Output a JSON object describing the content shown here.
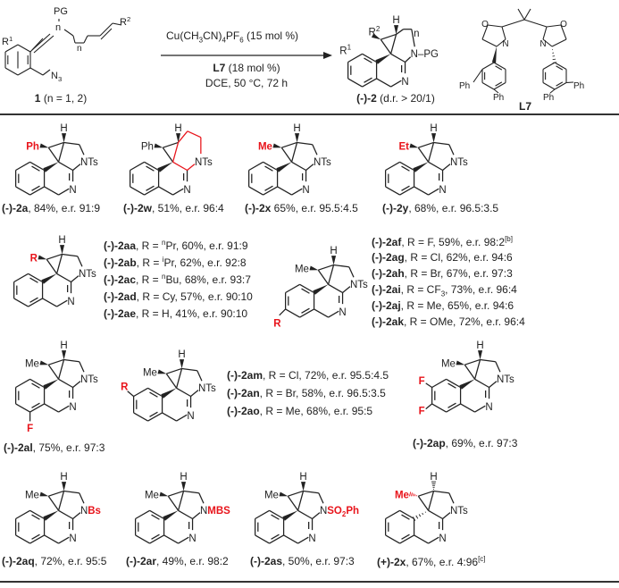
{
  "colors": {
    "highlight": "#e8141b",
    "ink": "#222222"
  },
  "scheme": {
    "reactant": {
      "pg": "PG",
      "r1": "R",
      "r1_sup": "1",
      "r2": "R",
      "r2_sup": "2",
      "n": "n",
      "n3": "N",
      "n3_sub": "3",
      "caption_id": "1",
      "caption_rest": " (n = 1, 2)"
    },
    "conditions": {
      "catalyst_parts": [
        "Cu(CH",
        "3",
        "CN)",
        "4",
        "PF",
        "6",
        " (15 mol %)"
      ],
      "ligand_id": "L7",
      "ligand_rest": " (18 mol %)",
      "line3": "DCE, 50 °C, 72 h"
    },
    "product": {
      "h": "H",
      "r1": "R",
      "r1_sup": "1",
      "r2": "R",
      "r2_sup": "2",
      "n": "n",
      "npg": "N–PG",
      "n_imine": "N",
      "caption_id": "(-)-2",
      "caption_rest": " (d.r. > 20/1)"
    },
    "ligand": {
      "o": "O",
      "n": "N",
      "ph": "Ph",
      "caption": "L7"
    }
  },
  "compounds": [
    {
      "id": "(-)-2a",
      "rest": ", 84%, e.r. 91:9",
      "sub": "Ph",
      "nsub": "Ts"
    },
    {
      "id": "(-)-2w",
      "rest": ", 51%, e.r. 96:4",
      "sub": "Ph",
      "nsub": "Ts"
    },
    {
      "id": "(-)-2x",
      "rest": " 65%, e.r. 95.5:4.5",
      "sub": "Me",
      "nsub": "Ts"
    },
    {
      "id": "(-)-2y",
      "rest": ", 68%, e.r. 96.5:3.5",
      "sub": "Et",
      "nsub": "Ts"
    },
    {
      "sub": "R",
      "nsub": "Ts",
      "variants": [
        {
          "id": "(-)-2aa",
          "r": ", R = ",
          "sup": "n",
          "rest": "Pr, 60%, e.r. 91:9"
        },
        {
          "id": "(-)-2ab",
          "r": ", R = ",
          "sup": "i",
          "rest": "Pr, 62%, e.r. 92:8"
        },
        {
          "id": "(-)-2ac",
          "r": ", R = ",
          "sup": "n",
          "rest": "Bu, 68%, e.r. 93:7"
        },
        {
          "id": "(-)-2ad",
          "r": ", R = ",
          "sup": "",
          "rest": "Cy, 57%, e.r. 90:10"
        },
        {
          "id": "(-)-2ae",
          "r": ", R = ",
          "sup": "",
          "rest": "H, 41%, e.r. 90:10"
        }
      ]
    },
    {
      "sub": "Me",
      "nsub": "Ts",
      "ring_sub": "R",
      "variants": [
        {
          "id": "(-)-2af",
          "rest": ", R = F, 59%, e.r. 98:2",
          "note": "[b]"
        },
        {
          "id": "(-)-2ag",
          "rest": ", R = Cl, 62%, e.r. 94:6"
        },
        {
          "id": "(-)-2ah",
          "rest": ", R = Br, 67%, e.r. 97:3"
        },
        {
          "id": "(-)-2ai",
          "rest": ", R = CF",
          "sub3": "3",
          "rest2": ", 73%, e.r. 96:4"
        },
        {
          "id": "(-)-2aj",
          "rest": ", R = Me, 65%, e.r. 94:6"
        },
        {
          "id": "(-)-2ak",
          "rest": ", R = OMe, 72%, e.r. 96:4"
        }
      ]
    },
    {
      "id": "(-)-2al",
      "rest": ", 75%, e.r. 97:3",
      "sub": "Me",
      "nsub": "Ts",
      "ring_sub": "F"
    },
    {
      "sub": "Me",
      "nsub": "Ts",
      "ring_sub": "R",
      "variants": [
        {
          "id": "(-)-2am",
          "rest": ", R = Cl, 72%, e.r. 95.5:4.5"
        },
        {
          "id": "(-)-2an",
          "rest": ", R = Br, 58%, e.r. 96.5:3.5"
        },
        {
          "id": "(-)-2ao",
          "rest": ", R = Me, 68%, e.r. 95:5"
        }
      ]
    },
    {
      "id": "(-)-2ap",
      "rest": ", 69%, e.r. 97:3",
      "sub": "Me",
      "nsub": "Ts",
      "ring_sub": "F",
      "ring_sub2": "F"
    },
    {
      "id": "(-)-2aq",
      "rest": ", 72%, e.r. 95:5",
      "sub": "Me",
      "nsub": "Bs"
    },
    {
      "id": "(-)-2ar",
      "rest": ", 49%, e.r. 98:2",
      "sub": "Me",
      "nsub": "MBS"
    },
    {
      "id": "(-)-2as",
      "rest": ", 50%, e.r. 97:3",
      "sub": "Me",
      "nsub": "SO",
      "nsub_sub": "2",
      "nsub_rest": "Ph"
    },
    {
      "id": "(+)-2x",
      "rest": ", 67%, e.r. 4:96",
      "note": "[c]",
      "sub": "Me",
      "nsub": "Ts"
    }
  ],
  "atoms": {
    "h": "H",
    "n": "N"
  }
}
